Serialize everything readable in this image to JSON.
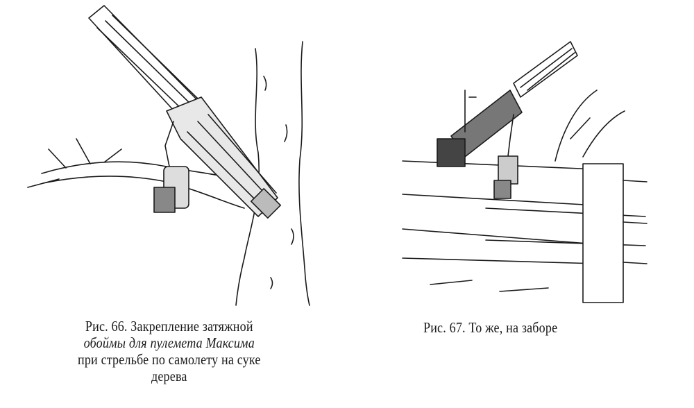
{
  "figures": [
    {
      "caption_lines": [
        "Рис. 66. Закрепление затяжной",
        "обоймы для пулемета Максима",
        "при стрельбе по самолету на суке",
        "дерева"
      ]
    },
    {
      "caption_lines": [
        "Рис. 67. То же, на заборе"
      ]
    }
  ]
}
